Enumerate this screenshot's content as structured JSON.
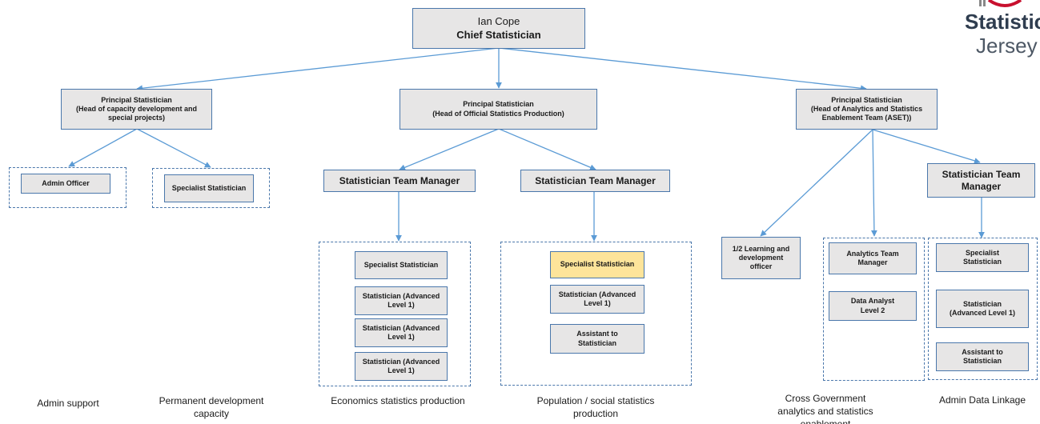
{
  "chief": {
    "name": "Ian Cope",
    "role": "Chief Statistician"
  },
  "principals": [
    {
      "title": "Principal Statistician",
      "sub": "(Head of capacity development and special projects)"
    },
    {
      "title": "Principal Statistician",
      "sub": "(Head of Official Statistics Production)"
    },
    {
      "title": "Principal Statistician",
      "sub": "(Head of Analytics and Statistics Enablement Team (ASET))"
    }
  ],
  "capacity": {
    "admin_officer": "Admin Officer",
    "specialist": "Specialist Statistician"
  },
  "team_managers": {
    "economics": "Statistician Team Manager",
    "population": "Statistician Team Manager",
    "admin_data": "Statistician Team Manager"
  },
  "economics_staff": [
    "Specialist Statistician",
    "Statistician (Advanced Level 1)",
    "Statistician (Advanced Level 1)",
    "Statistician (Advanced Level 1)"
  ],
  "population_staff": [
    "Specialist Statistician",
    "Statistician (Advanced Level 1)",
    "Assistant to Statistician"
  ],
  "aset": {
    "learning": "1/2 Learning and development officer",
    "analytics_manager": "Analytics Team Manager",
    "data_analyst": "Data Analyst Level 2"
  },
  "admin_data_staff": [
    "Specialist Statistician",
    "Statistician (Advanced Level 1)",
    "Assistant to Statistician"
  ],
  "captions": {
    "admin_support": "Admin support",
    "permanent": "Permanent development capacity",
    "economics": "Economics statistics production",
    "population": "Population / social statistics production",
    "cross_gov": "Cross Government analytics and statistics enablement",
    "admin_linkage": "Admin Data Linkage"
  },
  "logo": {
    "line1": "Statistics",
    "line2": "Jersey"
  },
  "colors": {
    "box_fill": "#e7e6e6",
    "highlight_fill": "#fde49a",
    "line": "#5b9bd5",
    "border": "#4a77ab"
  }
}
